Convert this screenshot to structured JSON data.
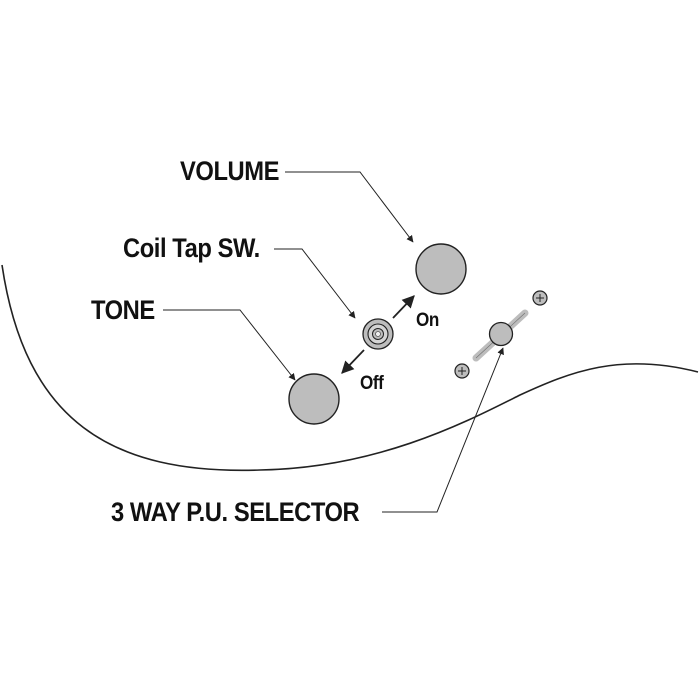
{
  "labels": {
    "volume": "VOLUME",
    "coil_tap": "Coil Tap SW.",
    "tone": "TONE",
    "on": "On",
    "off": "Off",
    "selector": "3 WAY P.U. SELECTOR"
  },
  "colors": {
    "knob_fill": "#bdbdbd",
    "line": "#222222",
    "background": "#ffffff"
  }
}
